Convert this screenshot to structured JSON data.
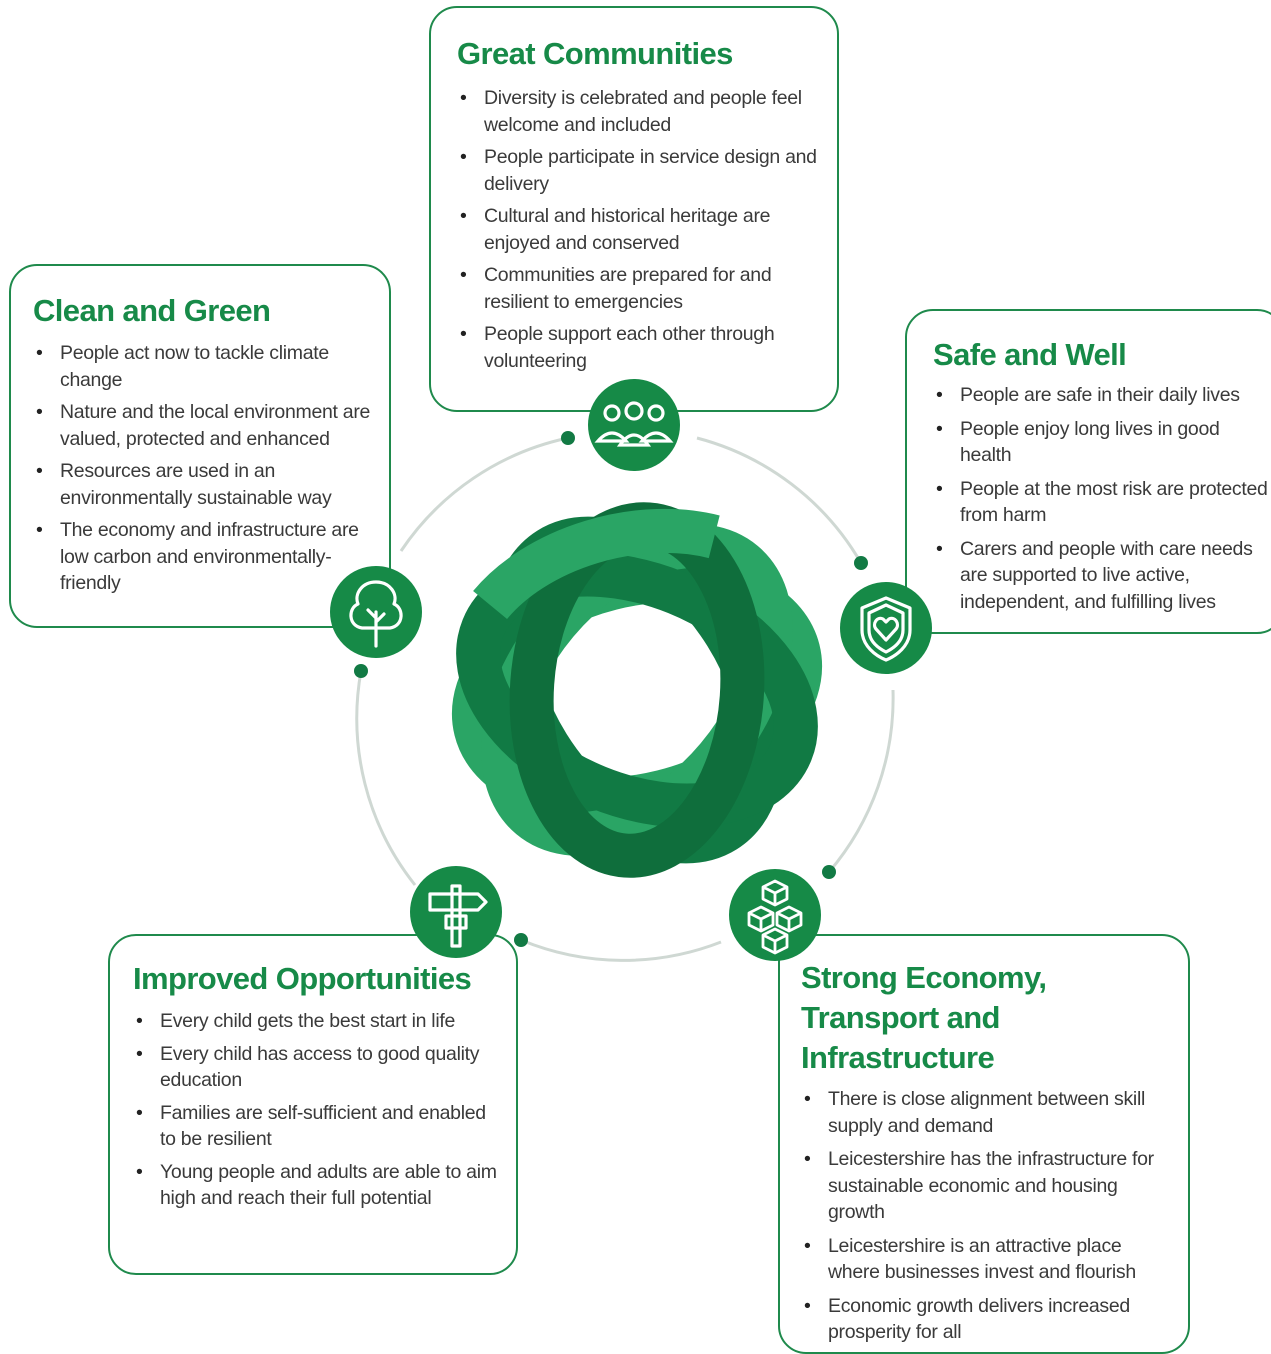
{
  "sections": [
    {
      "title": "Great Communities",
      "icon": "people-group-icon",
      "items": [
        "Diversity is celebrated and people feel welcome and included",
        "People participate in service design and delivery",
        "Cultural and historical heritage are enjoyed and conserved",
        "Communities are prepared for and resilient to emergencies",
        "People support each other through volunteering"
      ]
    },
    {
      "title": "Clean and Green",
      "icon": "tree-icon",
      "items": [
        "People act now to tackle climate change",
        "Nature and the local environment are valued, protected and enhanced",
        "Resources are used in an environmentally sustainable way",
        "The economy and infrastructure are low carbon and environmentally- friendly"
      ]
    },
    {
      "title": "Safe and Well",
      "icon": "shield-heart-icon",
      "items": [
        "People are safe in their daily lives",
        "People enjoy long lives in good health",
        "People at the most risk are protected from harm",
        "Carers and people with care needs are supported to live active, independent, and fulfilling lives"
      ]
    },
    {
      "title": "Improved Opportunities",
      "icon": "signpost-icon",
      "items": [
        "Every child gets the best start in life",
        "Every child has access to good quality education",
        "Families are self-sufficient and enabled to be resilient",
        "Young people and adults are able to aim high and reach their full potential"
      ]
    },
    {
      "title": "Strong Economy, Transport and Infrastructure",
      "icon": "cubes-icon",
      "items": [
        "There is close alignment between skill supply and demand",
        "Leicestershire has the infrastructure for sustainable economic and housing growth",
        "Leicestershire is an attractive place where businesses invest and flourish",
        "Economic growth delivers increased prosperity for all"
      ]
    }
  ],
  "colors": {
    "accent": "#178a48",
    "ring_dark": "#117a44",
    "ring_light": "#2aa565",
    "icon_circle": "#168a47",
    "arc": "#cfd8d3",
    "dot": "#127a44",
    "body_text": "#3a3a3a"
  }
}
